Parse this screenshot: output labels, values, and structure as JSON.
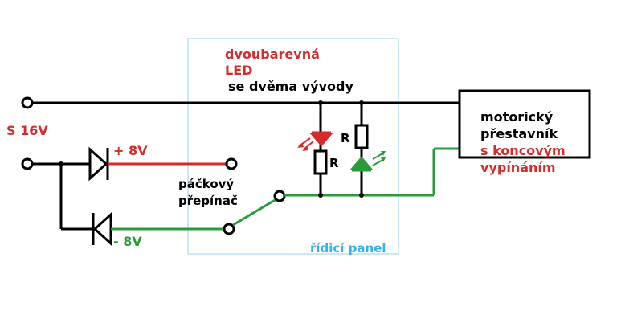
{
  "labels": {
    "led_title_1": "dvoubarevná",
    "led_title_2": "LED",
    "led_title_3": "se dvěma vývody",
    "source": "S 16V",
    "plus": "+ 8V",
    "minus": "- 8V",
    "switch_1": "páčkový",
    "switch_2": "přepínač",
    "resistor_1": "R",
    "resistor_2": "R",
    "motor_1": "motorický",
    "motor_2": "přestavník",
    "motor_3": "s koncovým",
    "motor_4": "vypínáním",
    "panel": "řídicí panel"
  },
  "colors": {
    "wire": "#000000",
    "positive": "#d52b2b",
    "negative": "#2a9a3b",
    "panel_border": "#34b3e8"
  }
}
